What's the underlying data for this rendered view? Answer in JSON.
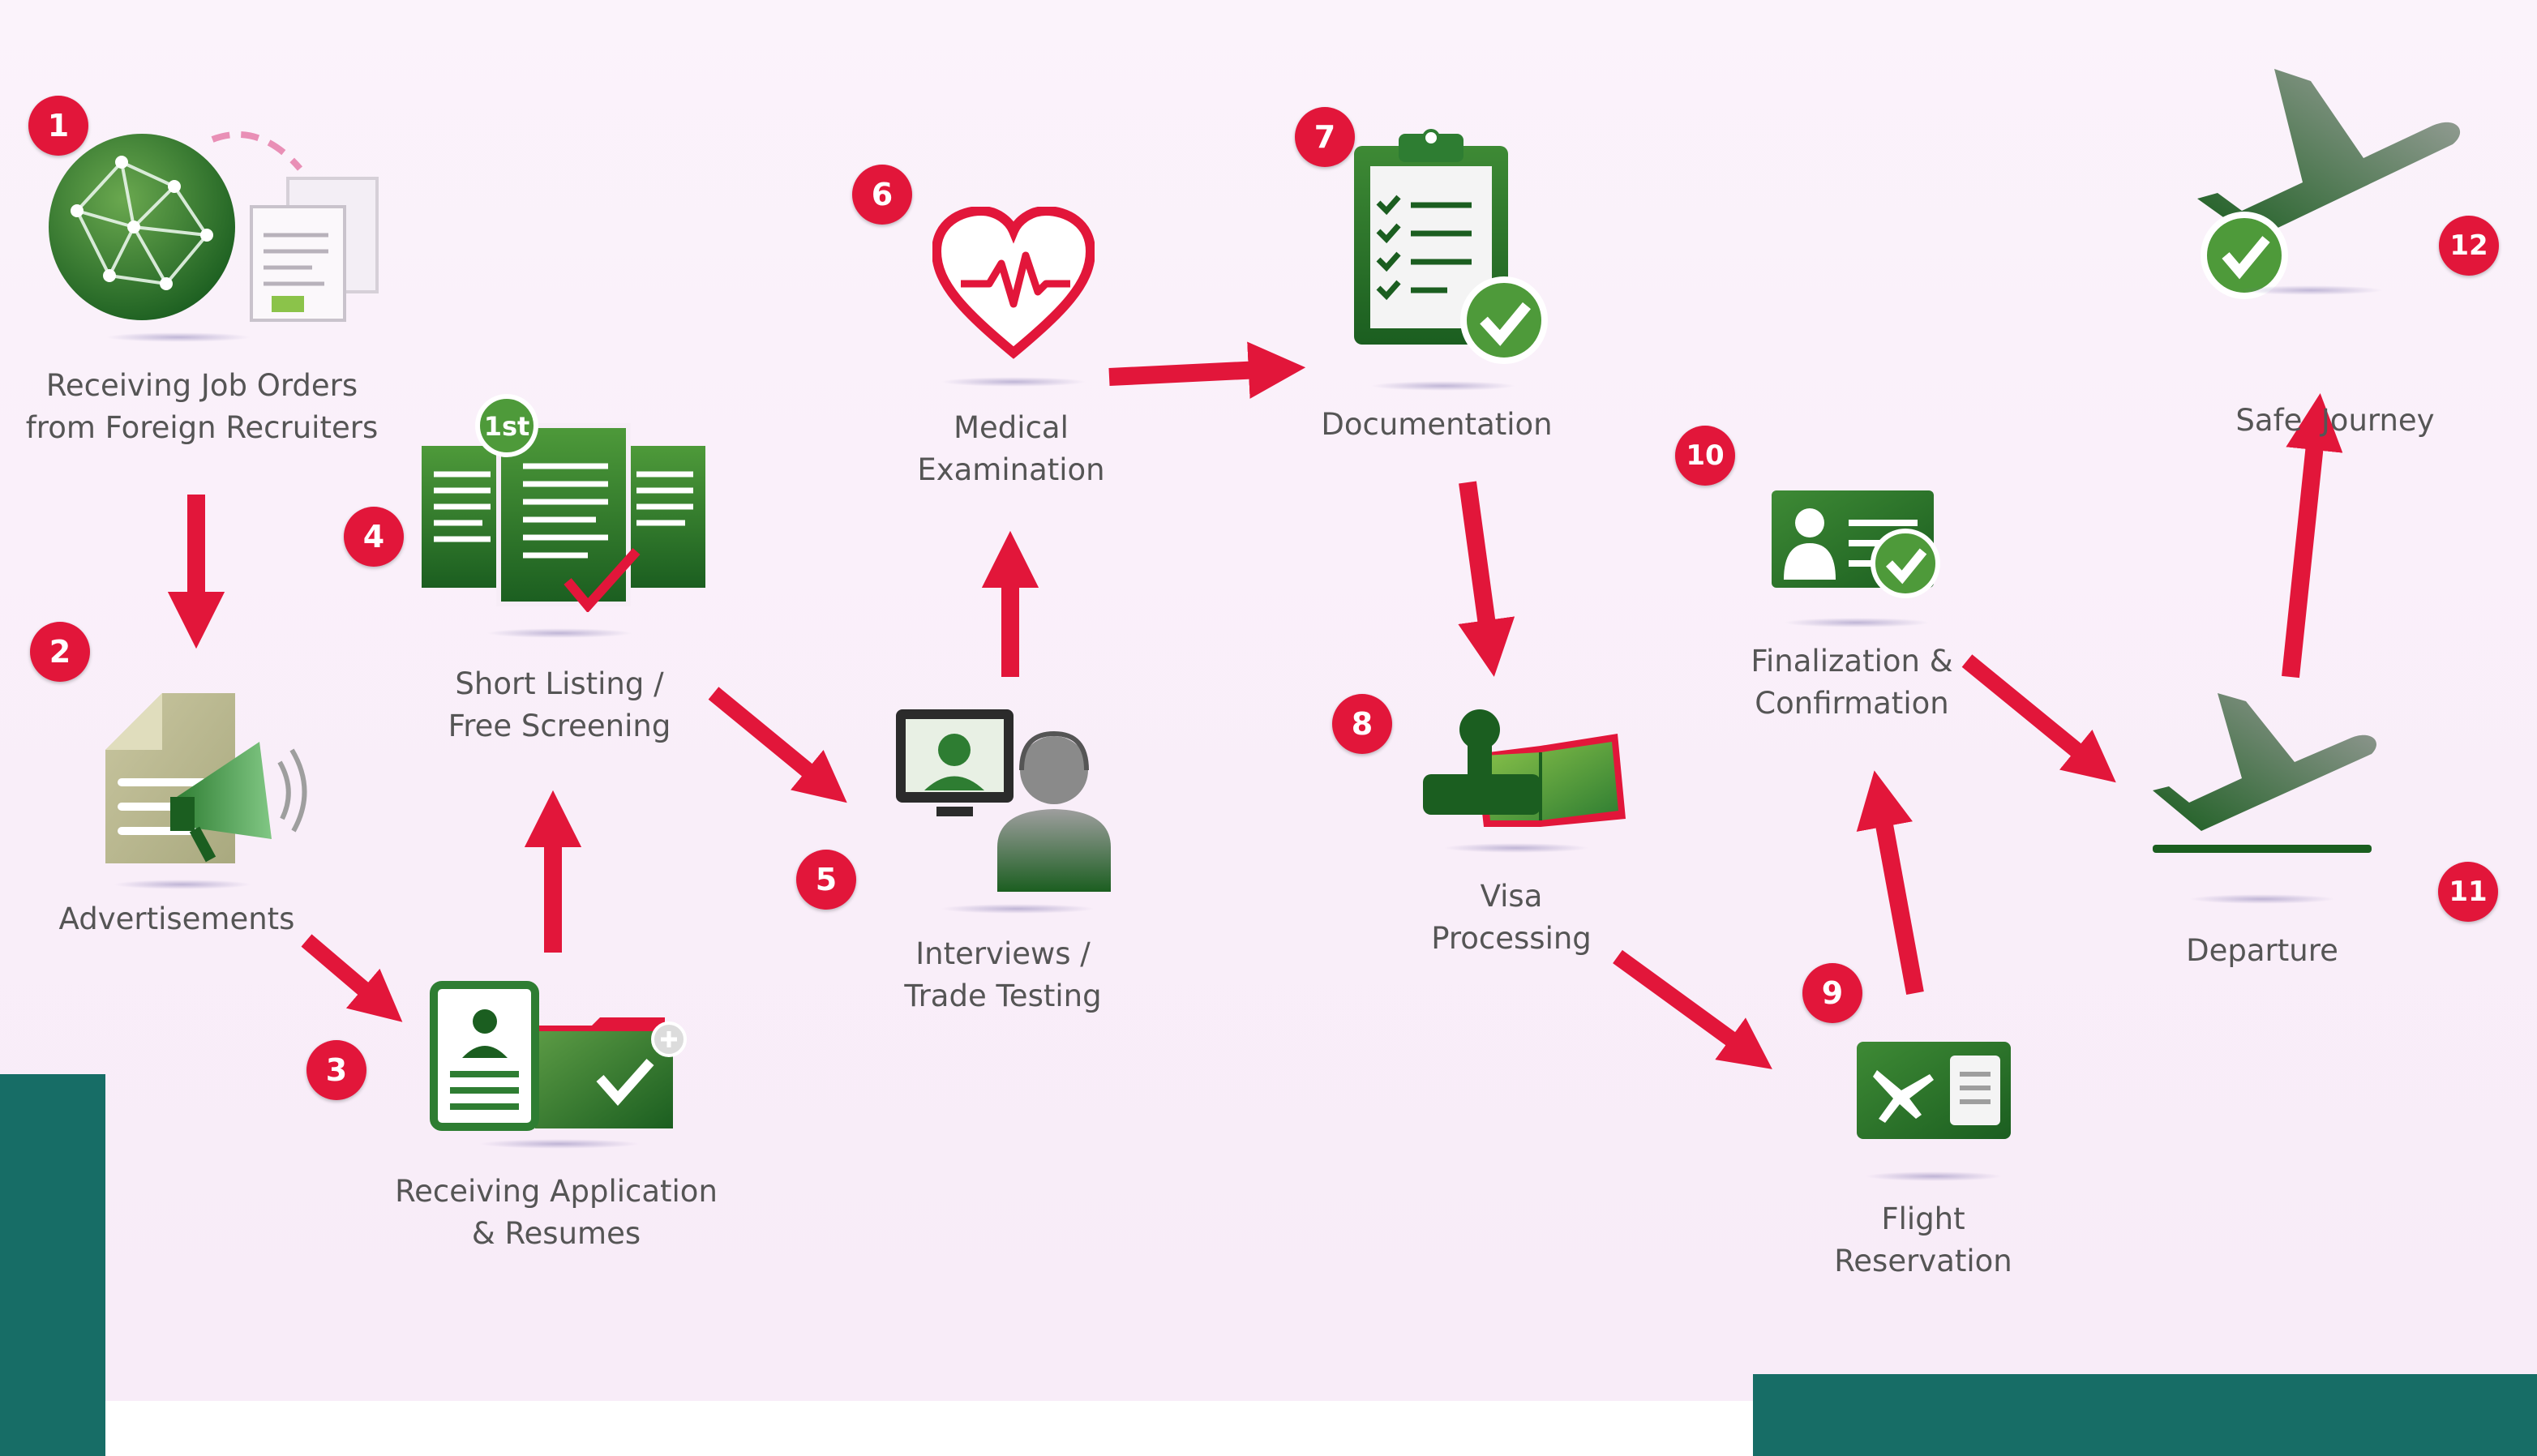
{
  "colors": {
    "accent": "#e2163a",
    "green": "#2e7d32",
    "teal": "#176d66",
    "label": "#555555"
  },
  "steps": [
    {
      "number": "1",
      "lines": [
        "Receiving Job Orders",
        "from Foreign Recruiters"
      ],
      "icon": "globe-documents-icon"
    },
    {
      "number": "2",
      "lines": [
        "Advertisements"
      ],
      "icon": "megaphone-document-icon"
    },
    {
      "number": "3",
      "lines": [
        "Receiving Application",
        "& Resumes"
      ],
      "icon": "id-card-folder-icon"
    },
    {
      "number": "4",
      "lines": [
        "Short Listing /",
        "Free Screening"
      ],
      "icon": "shortlist-documents-icon",
      "badge_text": "1st"
    },
    {
      "number": "5",
      "lines": [
        "Interviews /",
        "Trade Testing"
      ],
      "icon": "video-interview-icon"
    },
    {
      "number": "6",
      "lines": [
        "Medical",
        "Examination"
      ],
      "icon": "heart-pulse-icon"
    },
    {
      "number": "7",
      "lines": [
        "Documentation"
      ],
      "icon": "clipboard-check-icon"
    },
    {
      "number": "8",
      "lines": [
        "Visa",
        "Processing"
      ],
      "icon": "stamp-passport-icon"
    },
    {
      "number": "9",
      "lines": [
        "Flight",
        "Reservation"
      ],
      "icon": "flight-ticket-icon"
    },
    {
      "number": "10",
      "lines": [
        "Finalization &",
        "Confirmation"
      ],
      "icon": "profile-card-check-icon"
    },
    {
      "number": "11",
      "lines": [
        "Departure"
      ],
      "icon": "airplane-takeoff-icon"
    },
    {
      "number": "12",
      "lines": [
        "Safe  Journey"
      ],
      "icon": "airplane-check-icon"
    }
  ]
}
